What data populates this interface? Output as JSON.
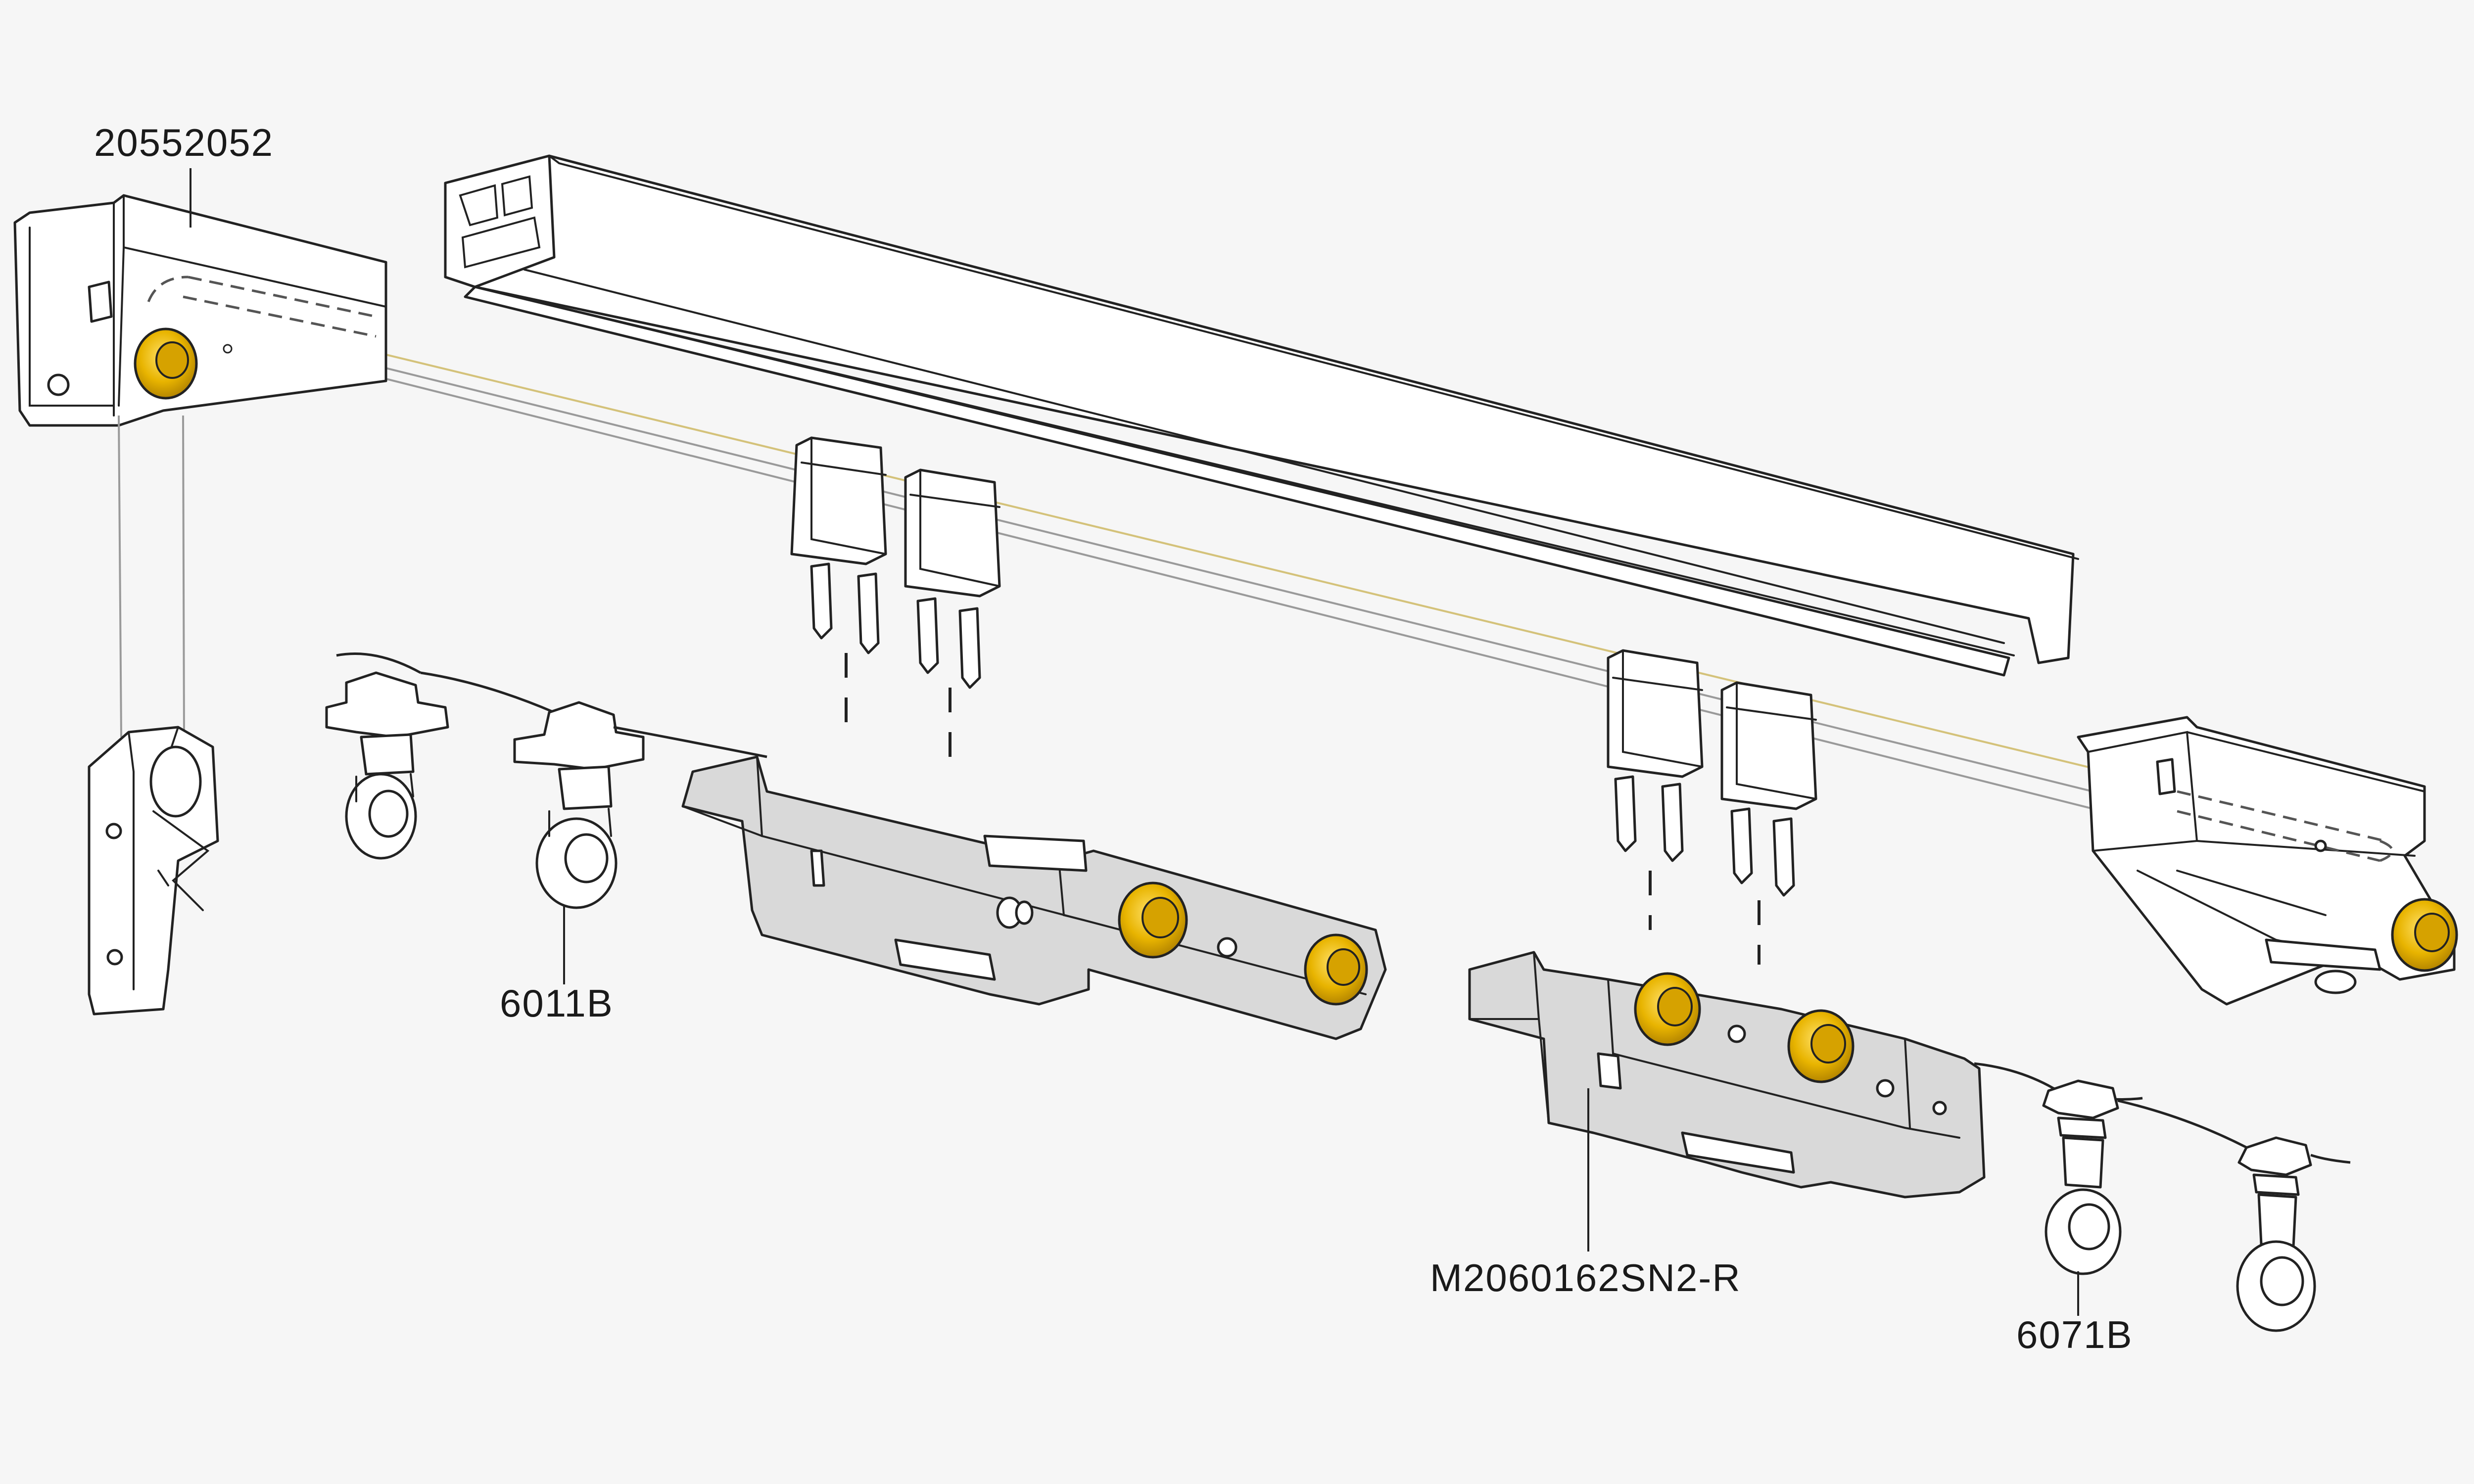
{
  "diagram": {
    "labels": {
      "end_bracket_left": "20552052",
      "glider_left": "6011B",
      "master_carrier_right": "M2060162SN2-R",
      "glider_right": "6071B"
    },
    "colors": {
      "background": "#f6f6f6",
      "line": "#222222",
      "part_fill": "#ffffff",
      "metal_fill": "#d9d9d9",
      "roller_gold": "#e8b400",
      "cord_gold": "#d4c27a"
    }
  }
}
